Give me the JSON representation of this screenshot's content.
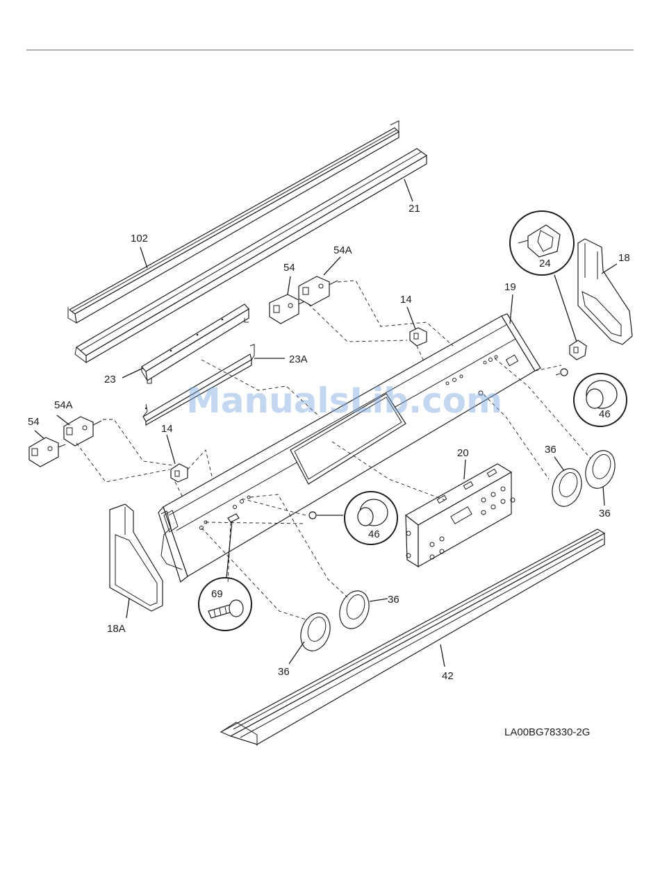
{
  "diagram": {
    "drawing_code": "LA00BG78330-2G",
    "watermark": "ManualsLib.com",
    "callouts": {
      "p102": "102",
      "p21": "21",
      "p54_top": "54",
      "p54a_top": "54A",
      "p14_top": "14",
      "p19": "19",
      "p24": "24",
      "p18": "18",
      "p23": "23",
      "p23a": "23A",
      "p46_right": "46",
      "p54a_left": "54A",
      "p54_left": "54",
      "p14_left": "14",
      "p20": "20",
      "p36_right_a": "36",
      "p36_right_b": "36",
      "p46_mid": "46",
      "p69": "69",
      "p36_mid": "36",
      "p18a": "18A",
      "p36_low": "36",
      "p42": "42"
    }
  }
}
